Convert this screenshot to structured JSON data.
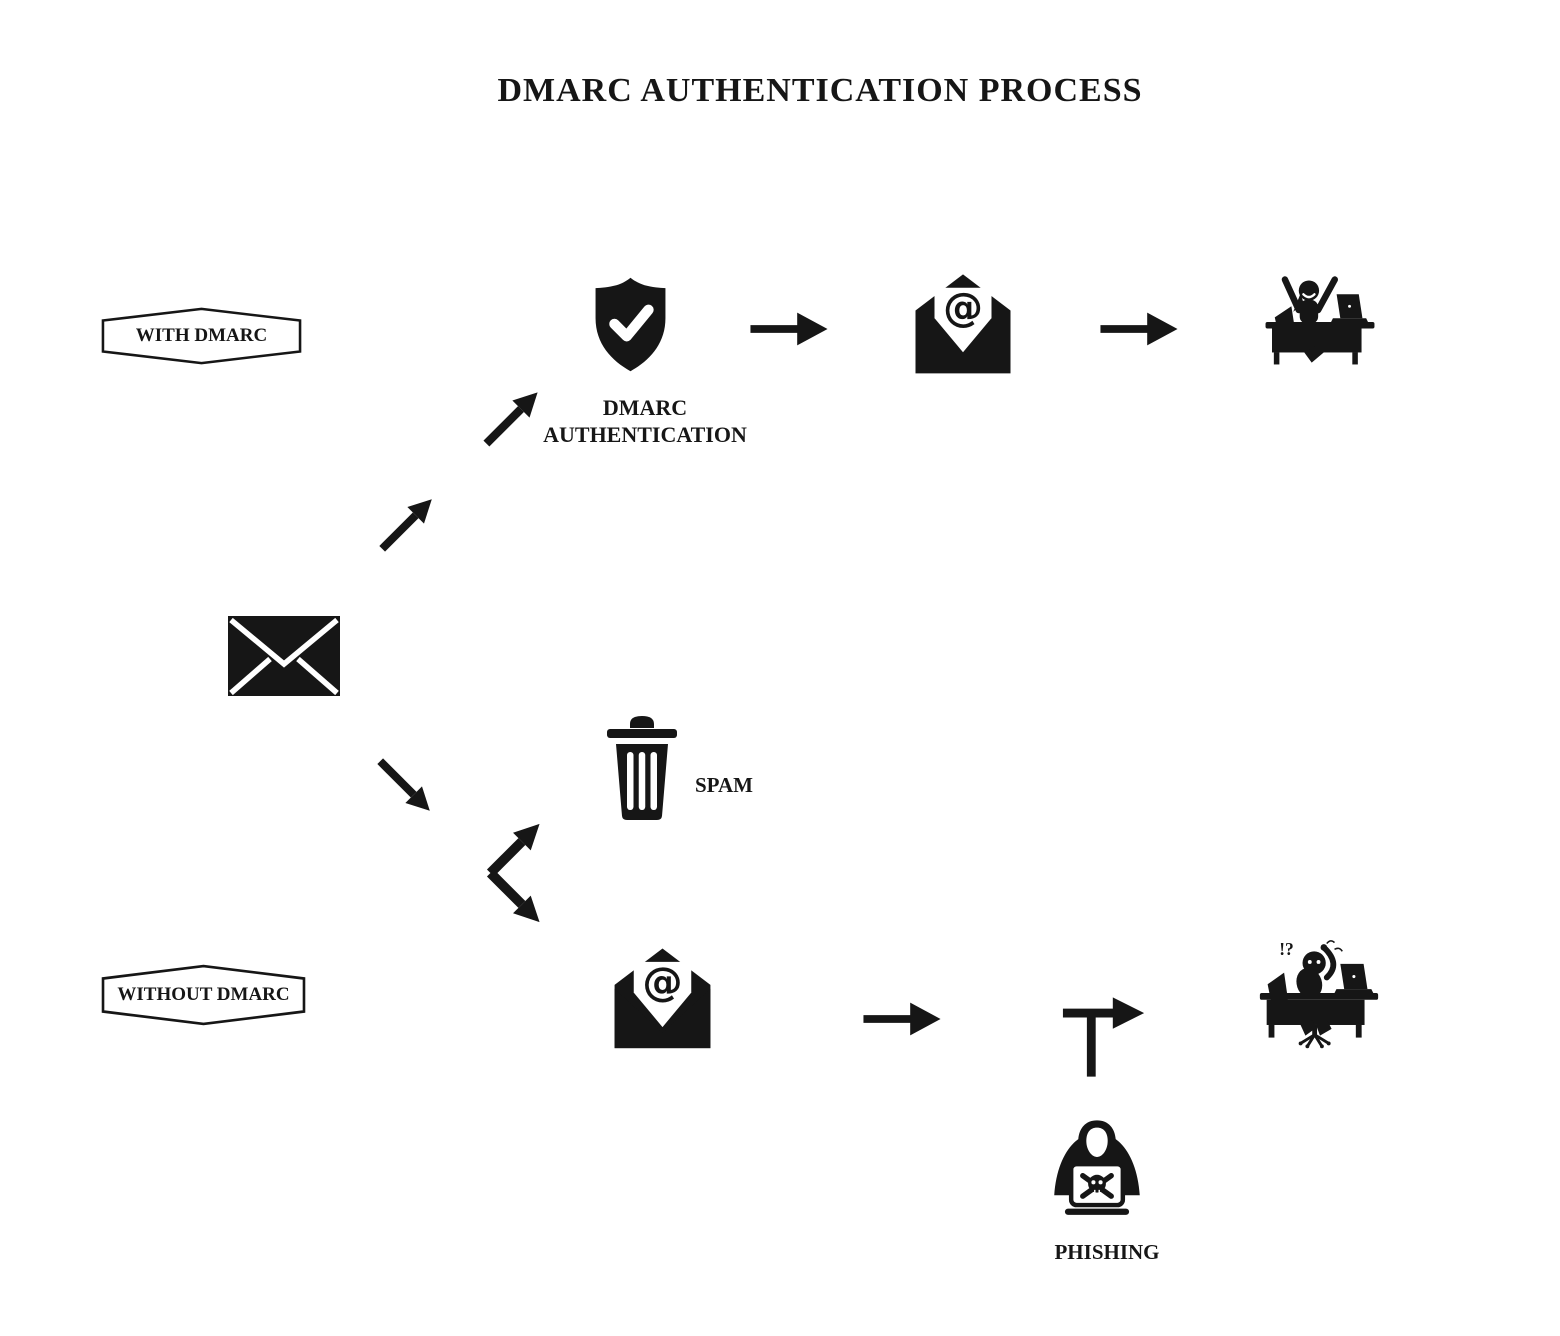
{
  "title": "DMARC AUTHENTICATION PROCESS",
  "colors": {
    "ink": "#161616",
    "background": "#ffffff"
  },
  "badges": {
    "with_dmarc": "WITH DMARC",
    "without_dmarc": "WITHOUT DMARC"
  },
  "labels": {
    "dmarc_line1": "DMARC",
    "dmarc_line2": "AUTHENTICATION",
    "spam": "SPAM",
    "phishing": "PHISHING"
  },
  "glyphs": {
    "at_symbol": "@",
    "confusion_marks": "!?"
  },
  "icons": [
    "closed-envelope-icon",
    "shield-check-icon",
    "open-email-at-icon",
    "happy-user-at-desk-icon",
    "trash-can-icon",
    "confused-user-at-desk-icon",
    "hacker-laptop-skull-icon"
  ]
}
